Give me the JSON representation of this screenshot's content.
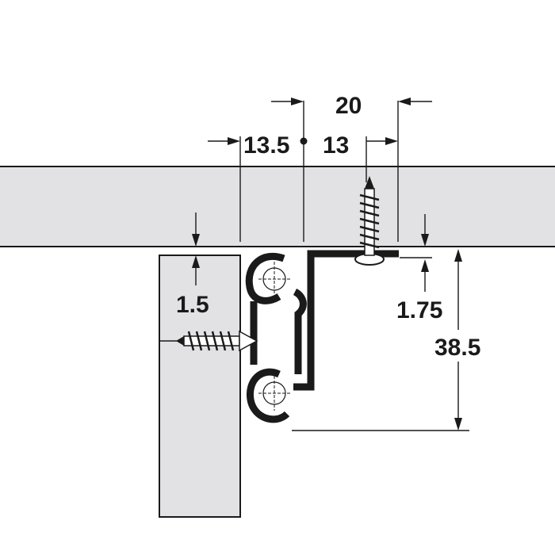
{
  "dimensions": {
    "top_overall": "20",
    "offset_left": "13.5",
    "offset_right": "13",
    "side_gap": "1.5",
    "top_gap": "1.75",
    "rail_height": "38.5"
  },
  "colors": {
    "panel_fill": "#e2e2e5",
    "line": "#1a1a1a",
    "background": "#ffffff"
  },
  "icons": {
    "screw_top": "wood-screw-vertical",
    "screw_side": "wood-screw-horizontal",
    "ball_bearing": "ball-bearing"
  }
}
